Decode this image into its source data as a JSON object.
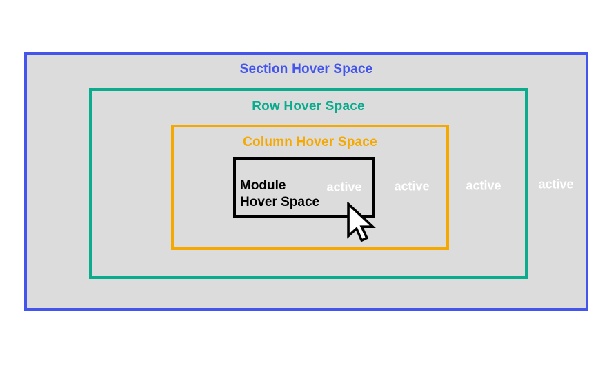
{
  "colors": {
    "page_background": "#FFFFFF",
    "diagram_fill": "#DCDCDC",
    "section_blue": "#4355EC",
    "row_teal": "#0BAB8E",
    "column_orange": "#F5A800",
    "module_black": "#000000",
    "active_text": "#FFFFFF"
  },
  "boxes": {
    "section": {
      "title": "Section Hover Space"
    },
    "row": {
      "title": "Row Hover Space"
    },
    "column": {
      "title": "Column Hover Space"
    },
    "module": {
      "title_line1": "Module",
      "title_line2": "Hover Space"
    }
  },
  "active_labels": {
    "in_module": "active",
    "in_column": "active",
    "in_row": "active",
    "in_section": "active"
  },
  "icons": {
    "cursor": "arrow-pointer-icon"
  }
}
